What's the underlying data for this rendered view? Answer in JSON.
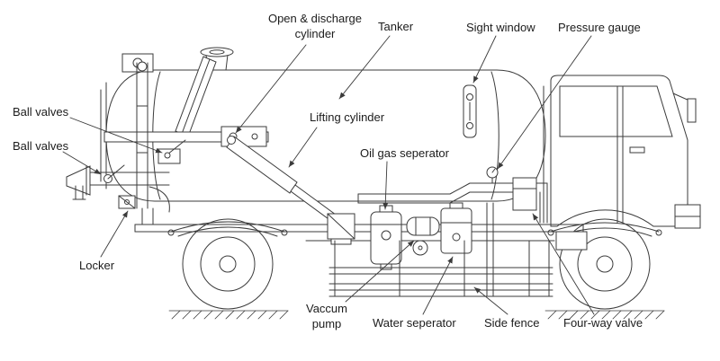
{
  "diagram": {
    "labels": {
      "open_discharge_cylinder": "Open & discharge\ncylinder",
      "tanker": "Tanker",
      "sight_window": "Sight window",
      "pressure_gauge": "Pressure gauge",
      "ball_valves_upper": "Ball valves",
      "ball_valves_lower": "Ball valves",
      "lifting_cylinder": "Lifting cylinder",
      "oil_gas_seperator": "Oil gas seperator",
      "locker": "Locker",
      "vaccum_pump": "Vaccum\npump",
      "water_seperator": "Water seperator",
      "side_fence": "Side fence",
      "four_way_valve": "Four-way valve"
    },
    "colors": {
      "line": "#3b3b3b",
      "text": "#1c1c1c",
      "background": "#ffffff"
    }
  }
}
